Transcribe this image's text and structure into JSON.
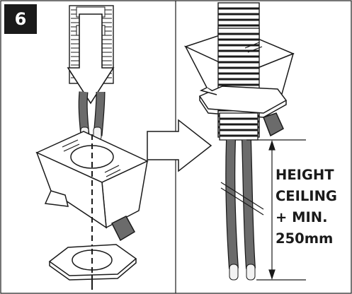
{
  "step": {
    "number": "6"
  },
  "label": {
    "lines": [
      "HEIGHT",
      "CEILING",
      "+ MIN.",
      "250mm"
    ]
  },
  "colors": {
    "line": "#1a1a1a",
    "panel_bg": "#ffffff",
    "cable": "#6b6b6b",
    "metal": "#f2f2f2",
    "badge": "#1a1a1a"
  },
  "icons": {
    "arrow_down": "down-arrow-icon",
    "arrow_right": "right-arrow-icon"
  }
}
